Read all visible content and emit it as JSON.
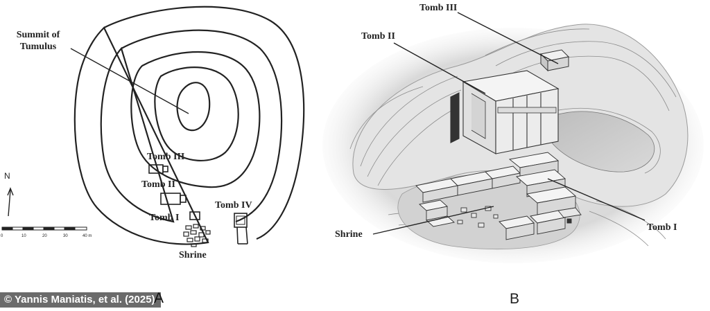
{
  "panel_a": {
    "labels": {
      "summit": "Summit of",
      "summit_line2": "Tumulus",
      "tomb3": "Tomb III",
      "tomb2": "Tomb II",
      "tomb1": "Tomb I",
      "tomb4": "Tomb IV",
      "shrine": "Shrine"
    },
    "north": "N",
    "scale": {
      "ticks": [
        "0",
        "10",
        "20",
        "30",
        "40 m"
      ]
    },
    "letter": "A"
  },
  "panel_b": {
    "labels": {
      "tomb3": "Tomb III",
      "tomb2": "Tomb II",
      "tomb1": "Tomb I",
      "shrine": "Shrine"
    },
    "letter": "B"
  },
  "credit": "© Yannis Maniatis, et al. (2025)",
  "colors": {
    "credit_bg": "#6b6b6b",
    "line": "#222222",
    "terrain": "#cfcfcf"
  }
}
